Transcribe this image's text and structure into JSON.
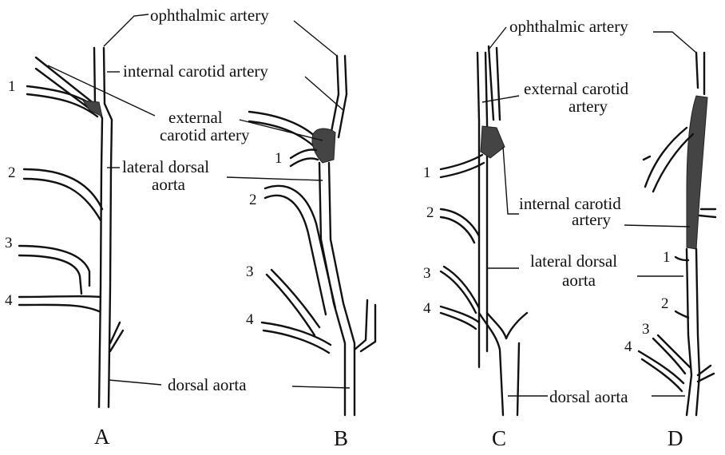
{
  "panels": {
    "A": {
      "letter": "A",
      "ophthalmic": "ophthalmic artery",
      "internal_carotid": "internal carotid artery",
      "external_carotid_1": "external",
      "external_carotid_2": "carotid artery",
      "lateral_dorsal_1": "lateral dorsal",
      "lateral_dorsal_2": "aorta",
      "dorsal_aorta": "dorsal aorta",
      "arches": [
        "1",
        "2",
        "3",
        "4"
      ]
    },
    "B": {
      "letter": "B",
      "arches": [
        "1",
        "2",
        "3",
        "4"
      ]
    },
    "C": {
      "letter": "C",
      "ophthalmic": "ophthalmic artery",
      "external_carotid_1": "external carotid",
      "external_carotid_2": "artery",
      "internal_carotid_1": "internal carotid",
      "internal_carotid_2": "artery",
      "lateral_dorsal_1": "lateral dorsal",
      "lateral_dorsal_2": "aorta",
      "dorsal_aorta": "dorsal aorta",
      "arches": [
        "1",
        "2",
        "3",
        "4"
      ]
    },
    "D": {
      "letter": "D",
      "arches": [
        "1",
        "2",
        "3",
        "4"
      ]
    }
  }
}
